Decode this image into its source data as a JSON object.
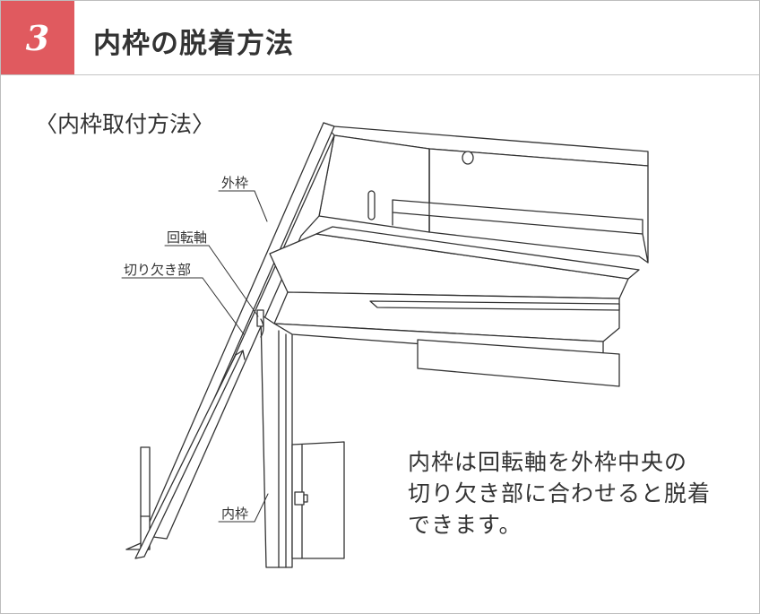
{
  "header": {
    "step_number": "3",
    "title": "内枠の脱着方法"
  },
  "section": {
    "title": "〈内枠取付方法〉"
  },
  "labels": {
    "outer_frame": "外枠",
    "pivot_axis": "回転軸",
    "notch": "切り欠き部",
    "inner_frame": "内枠"
  },
  "description": {
    "line1": "内枠は回転軸を外枠中央の",
    "line2": "切り欠き部に合わせると脱着",
    "line3": "できます。"
  },
  "colors": {
    "accent": "#e05a5f",
    "line": "#333333"
  }
}
